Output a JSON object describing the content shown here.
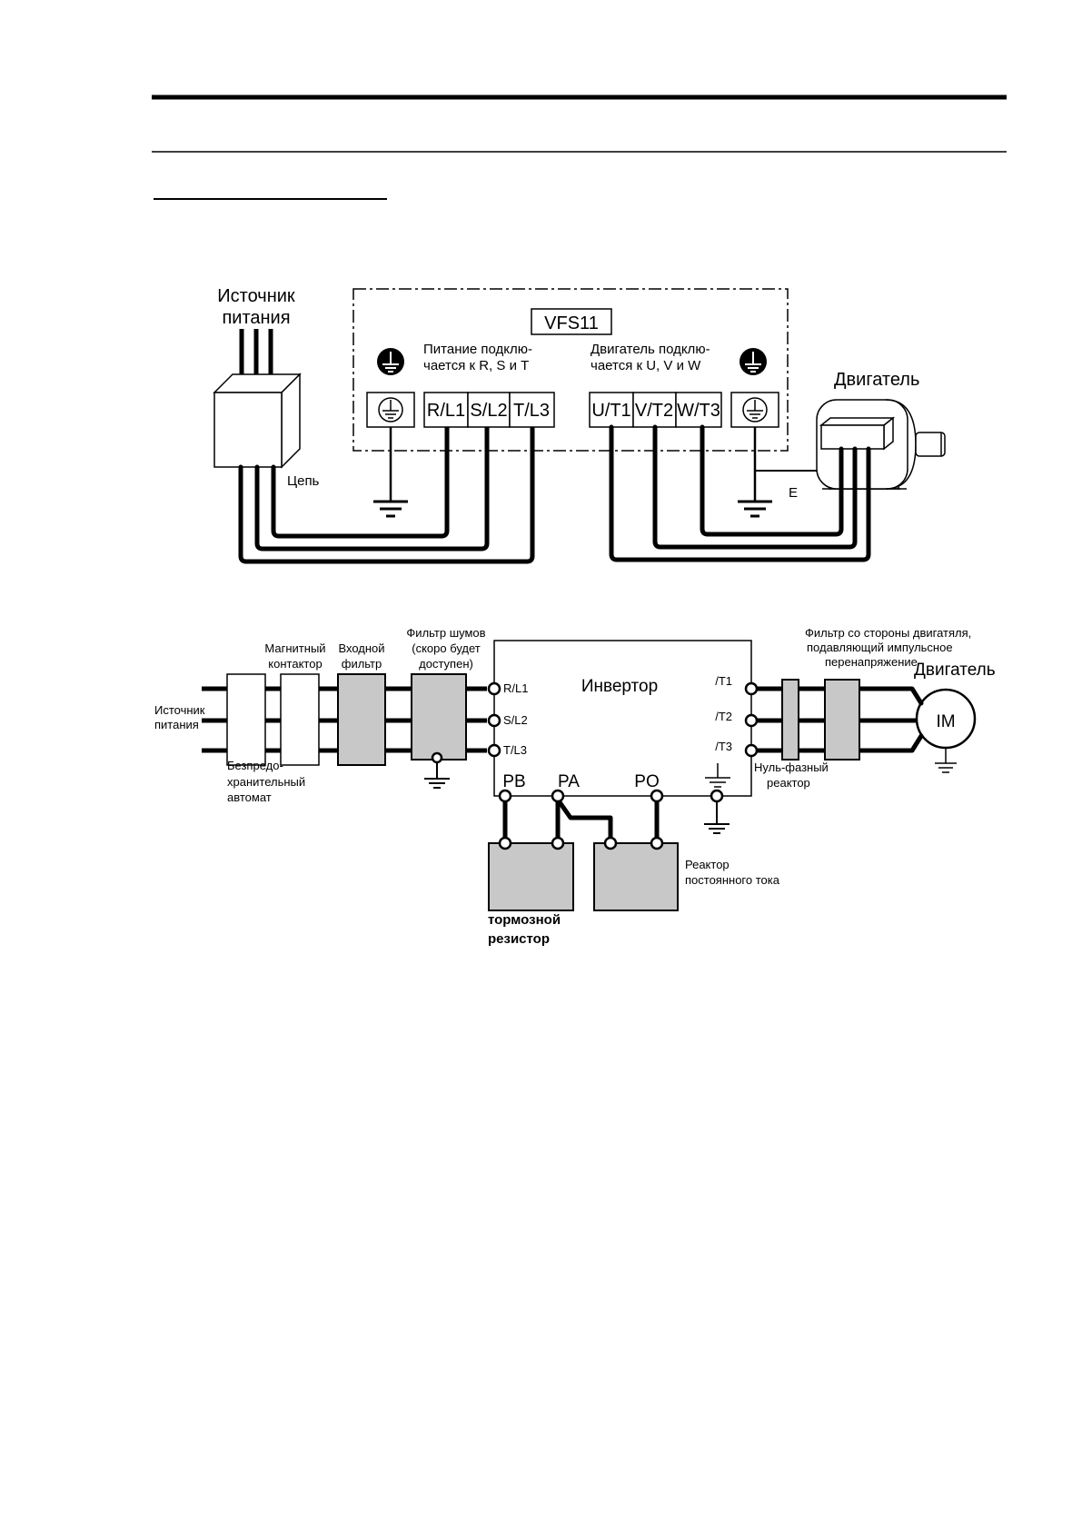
{
  "diagram1": {
    "power_source": [
      "Источник",
      "питания"
    ],
    "circuit": "Цепь",
    "model": "VFS11",
    "power_note": [
      "Питание подклю-",
      "чается к R, S и T"
    ],
    "motor_note": [
      "Двигатель подклю-",
      "чается к U, V и W"
    ],
    "input_terminals": [
      "R/L1",
      "S/L2",
      "T/L3"
    ],
    "output_terminals": [
      "U/T1",
      "V/T2",
      "W/T3"
    ],
    "motor": "Двигатель",
    "earth": "E",
    "icons": [
      "ground-icon",
      "earth-terminal-icon"
    ]
  },
  "diagram2": {
    "power_source": [
      "Источник",
      "питания"
    ],
    "breaker": [
      "Безпредо-",
      "хранительный",
      "автомат"
    ],
    "contactor": [
      "Магнитный",
      "контактор"
    ],
    "input_filter": [
      "Входной",
      "фильтр"
    ],
    "noise_filter": [
      "Фильтр шумов",
      "(скоро будет",
      "доступен)"
    ],
    "inverter": "Инвертор",
    "input_terminals": [
      "R/L1",
      "S/L2",
      "T/L3"
    ],
    "output_terminals": [
      "/T1",
      "/T2",
      "/T3"
    ],
    "dc_terminals": [
      "PB",
      "PA",
      "PO"
    ],
    "motor_filter": [
      "Фильтр со стороны двигатяля,",
      "подавляющий импульсное",
      "перенапряжение"
    ],
    "motor": "Двигатель",
    "motor_symbol": "IM",
    "zero_phase_reactor": [
      "Нуль-фазный",
      "реактор"
    ],
    "dc_reactor": [
      "Реактор",
      "постоянного тока"
    ],
    "brake_resistor": [
      "тормозной",
      "резистор"
    ]
  },
  "colors": {
    "line": "#000000",
    "component_fill": "#c8c8c8",
    "background": "#ffffff"
  }
}
